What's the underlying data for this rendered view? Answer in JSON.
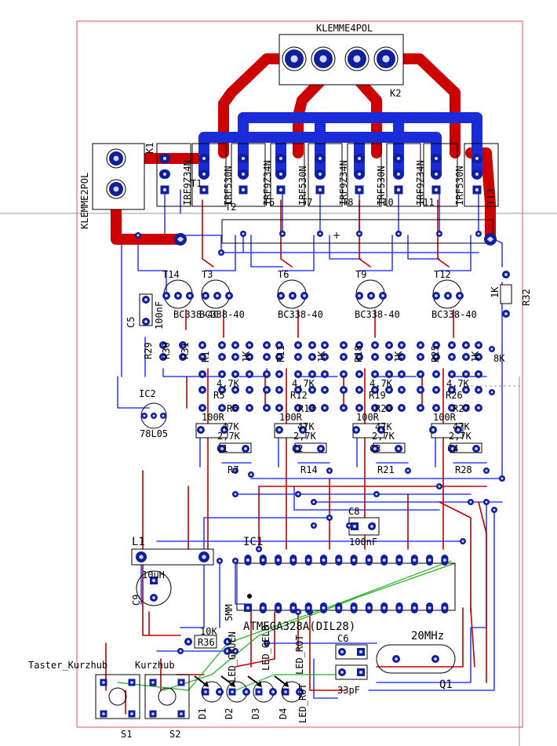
{
  "colors": {
    "background": "#ffffff",
    "board_outline": "#e05050",
    "top_copper": "#cc0000",
    "bottom_copper": "#1a2bd8",
    "thin_bottom": "#3040ff",
    "thin_top": "#c00000",
    "pad": "#10209a",
    "pad_hole": "#d4d8ff",
    "silkscreen": "#000000",
    "airwire": "#20b020",
    "guide_line": "#9a9a9a"
  },
  "labels": {
    "k2_name": "KLEMME4POL",
    "k2_ref": "K2",
    "k1_name": "KLEMME2POL",
    "k1_ref": "K1",
    "t1_name": "IRF9Z34N",
    "t1_ref": "T1",
    "t2_name": "IRF530N",
    "t2_ref": "T2",
    "t5_name": "IRF9Z34N",
    "t5_ref": "T5",
    "t7_name": "IRF530N",
    "t7_ref": "T7",
    "t8_name": "IRF9Z34N",
    "t8_ref": "T8",
    "t10_name": "IRF530N",
    "t10_ref": "T10",
    "t11_name": "IRF9Z34N",
    "t11_ref": "T11",
    "t13_name": "IRF530N",
    "t13_ref": "T13",
    "t14_ref": "T14",
    "t3_ref": "T3",
    "t6_ref": "T6",
    "t9_ref": "T9",
    "t12_ref": "T12",
    "bc_a": "BC338-40",
    "bc_b": "BC338-40",
    "bc_c": "BC338-40",
    "bc_d": "BC338-40",
    "bc_e": "BC338-40",
    "c5_ref": "C5",
    "c5_val": "100nF",
    "r29": "R29",
    "r30": "R30",
    "r31": "R31",
    "r32_ref": "R32",
    "r32_val": "1K",
    "ic2_ref": "IC2",
    "ic2_val": "78L05",
    "r5": "R5",
    "r6": "R6",
    "r7": "R7",
    "r12": "R12",
    "r13": "R13",
    "r14": "R14",
    "r19": "R19",
    "r20": "R20",
    "r21": "R21",
    "r26": "R26",
    "r27": "R27",
    "r28": "R28",
    "v47k_a": "4,7K",
    "v47k_b": "4,7K",
    "v47k_c": "4,7K",
    "v47k_d": "4,7K",
    "v100r_a": "100R",
    "v100r_b": "100R",
    "v100r_c": "100R",
    "v100r_d": "100R",
    "v47_a": "47K",
    "v47_b": "47K",
    "v47_c": "47K",
    "v47_d": "47K",
    "v2_7k_a": "2,7K",
    "v2_7k_b": "2,7K",
    "v2_7k_c": "2,7K",
    "v2_7k_d": "2,7K",
    "c_a": "C1",
    "c_b": "C2",
    "c_c": "C3",
    "c_d": "C4",
    "col_a": "K1",
    "col_b": "R11",
    "col_c": "R18",
    "col_d": "R25",
    "v1k_a": "1K",
    "v1k_b": "1K",
    "v1k_c": "1K",
    "v1k_d": "1K",
    "v8k": "8K",
    "c8_ref": "C8",
    "c8_val": "100nF",
    "l1_ref": "L1",
    "l1_val": "10uH",
    "ic1_ref": "IC1",
    "c9_ref": "C9",
    "smm": "5MM",
    "atmega": "ATMEGA328A(DIL28)",
    "xtal_freq": "20MHz",
    "q1_ref": "Q1",
    "c6_ref": "C6",
    "c7_val": "33pF",
    "r36_val": "10K",
    "r36_ref": "R36",
    "taster": "Taster_Kurzhub",
    "taster_kurz": "Kurzhub",
    "led_rot": "LED_ROT",
    "led_gelb": "LED_GELB",
    "led_gruen": "LED_GRUEN",
    "d1": "D1",
    "d2": "D2",
    "d3": "D3",
    "d4": "D4",
    "s1": "S1",
    "s2": "S2"
  }
}
